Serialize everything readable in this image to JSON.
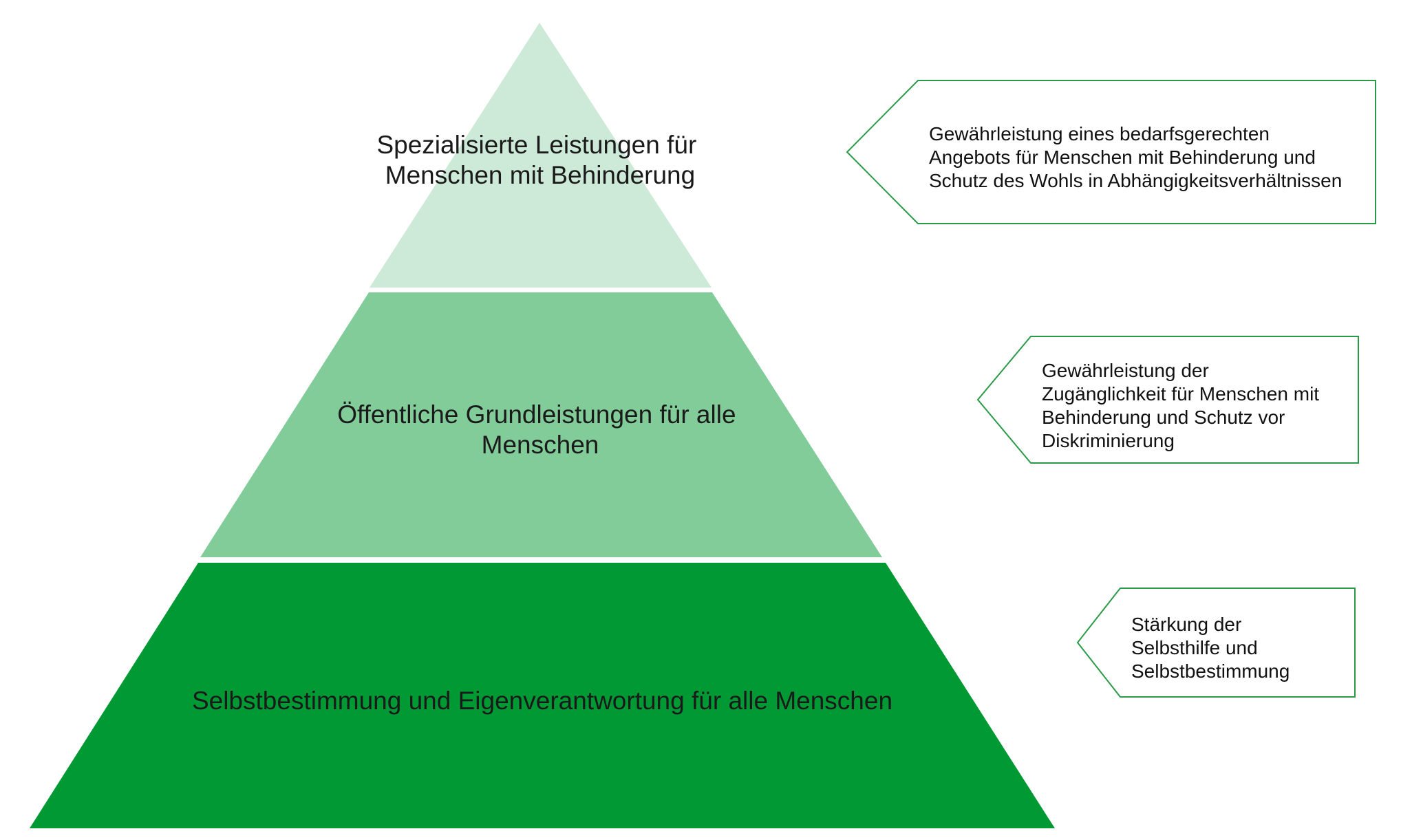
{
  "colors": {
    "tier_top": "#cde9d7",
    "tier_middle": "#82cc9a",
    "tier_bottom": "#009933",
    "callout_border": "#2a9a48",
    "separator": "#ffffff"
  },
  "pyramid": {
    "tiers": [
      {
        "line1": "Spezialisierte Leistungen für",
        "line2": "Menschen mit Behinderung"
      },
      {
        "line1": "Öffentliche Grundleistungen für alle",
        "line2": "Menschen"
      },
      {
        "line1": "Selbstbestimmung und Eigenverantwortung für alle Menschen"
      }
    ]
  },
  "callouts": [
    {
      "lines": [
        "Gewährleistung eines bedarfsgerechten",
        "Angebots für Menschen mit Behinderung und",
        "Schutz des Wohls in Abhängigkeitsverhältnissen"
      ]
    },
    {
      "lines": [
        "Gewährleistung der",
        "Zugänglichkeit für Menschen mit",
        "Behinderung und Schutz vor",
        "Diskriminierung"
      ]
    },
    {
      "lines": [
        "Stärkung der",
        "Selbsthilfe und",
        "Selbstbestimmung"
      ]
    }
  ]
}
